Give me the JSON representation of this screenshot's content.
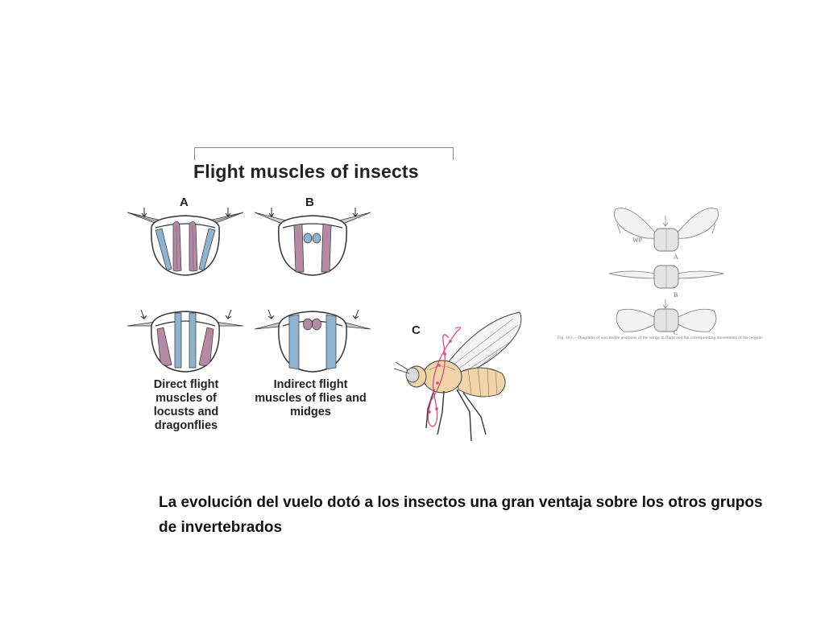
{
  "figure": {
    "title": "Flight muscles of insects",
    "panels": {
      "a": "A",
      "b": "B",
      "c": "C"
    },
    "captions": {
      "direct": "Direct flight muscles of locusts and dragonflies",
      "indirect": "Indirect flight muscles of flies and midges"
    }
  },
  "right_figure": {
    "labels": {
      "a": "A",
      "b": "B",
      "c": "C",
      "wp": "WP"
    },
    "caption": "Fig. 161.—Diagrams of successive positions of the wings in flight and the corresponding movements of the tergum."
  },
  "slide": {
    "text": "La evolución del vuelo dotó a los insectos una gran ventaja sobre los otros grupos de invertebrados"
  },
  "colors": {
    "purple_muscle": "#b48aa3",
    "blue_muscle": "#8fb3cf",
    "fly_body": "#f1d4a8",
    "path_pink": "#e0457b",
    "outline": "#333333"
  }
}
